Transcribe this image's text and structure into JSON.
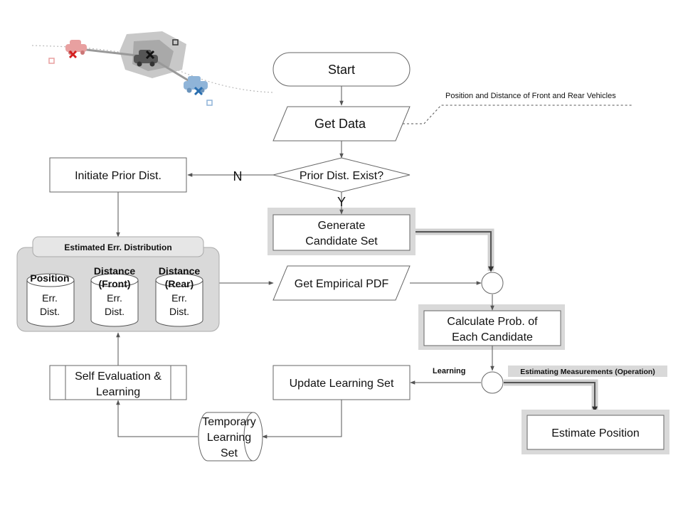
{
  "flow": {
    "start": "Start",
    "get_data": "Get Data",
    "get_data_note": "Position and Distance of Front and Rear Vehicles",
    "prior_exist": "Prior Dist. Exist?",
    "branch_no": "N",
    "branch_yes": "Y",
    "initiate_prior": "Initiate Prior Dist.",
    "generate_candidate": [
      "Generate",
      "Candidate Set"
    ],
    "get_empirical_pdf": "Get Empirical PDF",
    "calculate_prob": [
      "Calculate Prob. of",
      "Each Candidate"
    ],
    "learning_label": "Learning",
    "operation_label": "Estimating Measurements (Operation)",
    "estimate_position": "Estimate Position",
    "update_learning_set": "Update Learning Set",
    "self_evaluation": [
      "Self Evaluation &",
      "Learning"
    ],
    "temporary_learning_set": [
      "Temporary",
      "Learning",
      "Set"
    ]
  },
  "distribution": {
    "title": "Estimated Err. Distribution",
    "databases": [
      {
        "header": [
          "Position"
        ],
        "body": [
          "Err.",
          "Dist."
        ]
      },
      {
        "header": [
          "Distance",
          "(Front)"
        ],
        "body": [
          "Err.",
          "Dist."
        ]
      },
      {
        "header": [
          "Distance",
          "(Rear)"
        ],
        "body": [
          "Err.",
          "Dist."
        ]
      }
    ]
  },
  "colors": {
    "front_vehicle": "#e8a0a0",
    "front_marker": "#d42020",
    "rear_vehicle": "#8fb4d8",
    "rear_marker": "#2a6fb0",
    "ego_vehicle": "#555555",
    "highlight_band": "#d9d9d9",
    "connector": "#555555"
  },
  "icons": [
    "car-icon",
    "cross-marker-icon",
    "square-marker-icon"
  ]
}
